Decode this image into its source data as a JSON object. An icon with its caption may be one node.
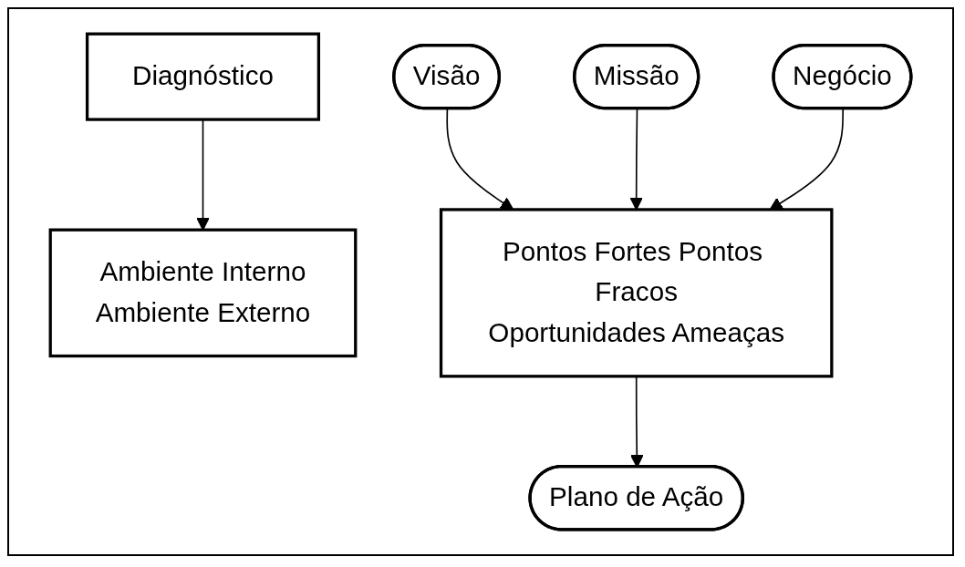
{
  "diagram": {
    "nodes": [
      {
        "text": [
          "Diagnóstico"
        ]
      },
      {
        "text": [
          "Visão"
        ]
      },
      {
        "text": [
          "Missão"
        ]
      },
      {
        "text": [
          "Negócio"
        ]
      },
      {
        "text": [
          "Ambiente Interno",
          "Ambiente Externo"
        ]
      },
      {
        "text": [
          "Pontos Fortes Pontos Fracos",
          "Oportunidades Ameaças"
        ]
      },
      {
        "text": [
          "Plano de Ação"
        ]
      }
    ],
    "edges": [
      {
        "from": 0,
        "to": 4,
        "arrow": "to"
      },
      {
        "from": 1,
        "to": 5,
        "arrow": "to"
      },
      {
        "from": 2,
        "to": 5,
        "arrow": "to"
      },
      {
        "from": 3,
        "to": 5,
        "arrow": "to"
      },
      {
        "from": 5,
        "to": 6,
        "arrow": "to"
      }
    ]
  }
}
